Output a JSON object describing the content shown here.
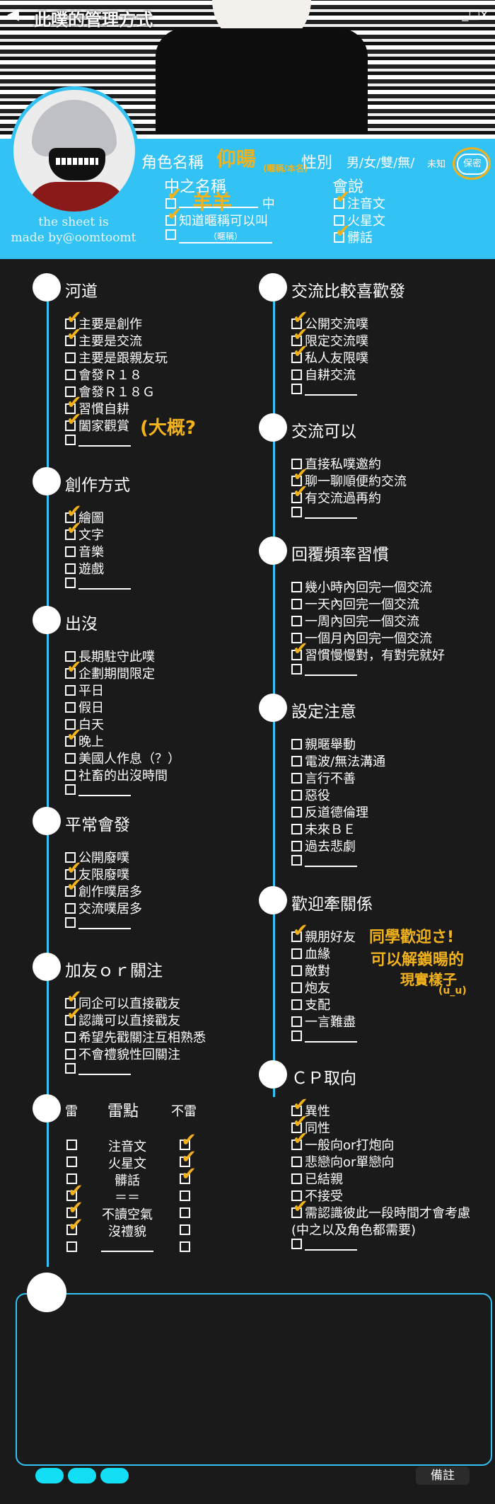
{
  "header": {
    "title": "此噗的管理方式",
    "window_controls": "_□x",
    "credit_line1": "the sheet is",
    "credit_line2": "made by@oomtoomt"
  },
  "profile": {
    "name_label": "角色名稱",
    "name_value": "仰暘",
    "name_note": "(暱稱/本名)",
    "gender_label": "性別",
    "gender_options": "男/女/雙/無/",
    "gender_unknown": "未知",
    "gender_secret": "保密",
    "zh_name_label": "中之名稱",
    "zh_name_value": "羊羊",
    "zh_suffix": "中",
    "zh_opt2": "知道暱稱可以叫",
    "zh_nick_hint": "（暱稱）",
    "speak_label": "會說",
    "speak_items": [
      "注音文",
      "火星文",
      "髒話"
    ]
  },
  "left_sections": [
    {
      "title": "河道",
      "items": [
        "主要是創作",
        "主要是交流",
        "主要是跟親友玩",
        "會發Ｒ１８",
        "會發Ｒ１８Ｇ",
        "習慣自耕",
        "闔家觀賞",
        ""
      ]
    },
    {
      "title": "創作方式",
      "items": [
        "繪圖",
        "文字",
        "音樂",
        "遊戲",
        ""
      ]
    },
    {
      "title": "出沒",
      "items": [
        "長期駐守此噗",
        "企劃期間限定",
        "平日",
        "假日",
        "白天",
        "晚上",
        "美國人作息（？）",
        "社畜的出沒時間",
        ""
      ]
    },
    {
      "title": "平常會發",
      "items": [
        "公開廢噗",
        "友限廢噗",
        "創作噗居多",
        "交流噗居多",
        ""
      ]
    },
    {
      "title": "加友ｏｒ關注",
      "items": [
        "同企可以直接戳友",
        "認識可以直接戳友",
        "希望先戳關注互相熟悉",
        "不會禮貌性回關注",
        ""
      ]
    }
  ],
  "right_sections": [
    {
      "title": "交流比較喜歡發",
      "items": [
        "公開交流噗",
        "限定交流噗",
        "私人友限噗",
        "自耕交流",
        ""
      ]
    },
    {
      "title": "交流可以",
      "items": [
        "直接私噗邀約",
        "聊一聊順便約交流",
        "有交流過再約",
        ""
      ]
    },
    {
      "title": "回覆頻率習慣",
      "items": [
        "幾小時內回完一個交流",
        "一天內回完一個交流",
        "一周內回完一個交流",
        "一個月內回完一個交流",
        "習慣慢慢對，有對完就好",
        ""
      ]
    },
    {
      "title": "設定注意",
      "items": [
        "親暱舉動",
        "電波/無法溝通",
        "言行不善",
        "惡役",
        "反道德倫理",
        "未來ＢＥ",
        "過去悲劇",
        ""
      ]
    },
    {
      "title": "歡迎牽關係",
      "items": [
        "親朋好友",
        "血緣",
        "敵對",
        "炮友",
        "支配",
        "一言難盡",
        ""
      ]
    },
    {
      "title": "ＣＰ取向",
      "items": [
        "異性",
        "同性",
        "一般向or打炮向",
        "悲戀向or單戀向",
        "已結親",
        "不接受",
        "需認識彼此一段時間才會考慮",
        "(中之以及角色都需要)",
        ""
      ]
    }
  ],
  "thunder": {
    "col_left": "雷",
    "col_mid": "雷點",
    "col_right": "不雷",
    "rows": [
      "注音文",
      "火星文",
      "髒話",
      "＝＝",
      "不讀空氣",
      "沒禮貌",
      ""
    ]
  },
  "annotations": {
    "river_note": "(大概?",
    "relation_note_1": "同學歡迎さ!",
    "relation_note_2": "可以解鎖暘的",
    "relation_note_3": "現實樣子",
    "relation_note_4": "(u_u)"
  },
  "footer": {
    "memo_label": "備註"
  },
  "colors": {
    "accent": "#32c2f4",
    "handwriting": "#f2b21c",
    "background": "#1a1a1a"
  }
}
